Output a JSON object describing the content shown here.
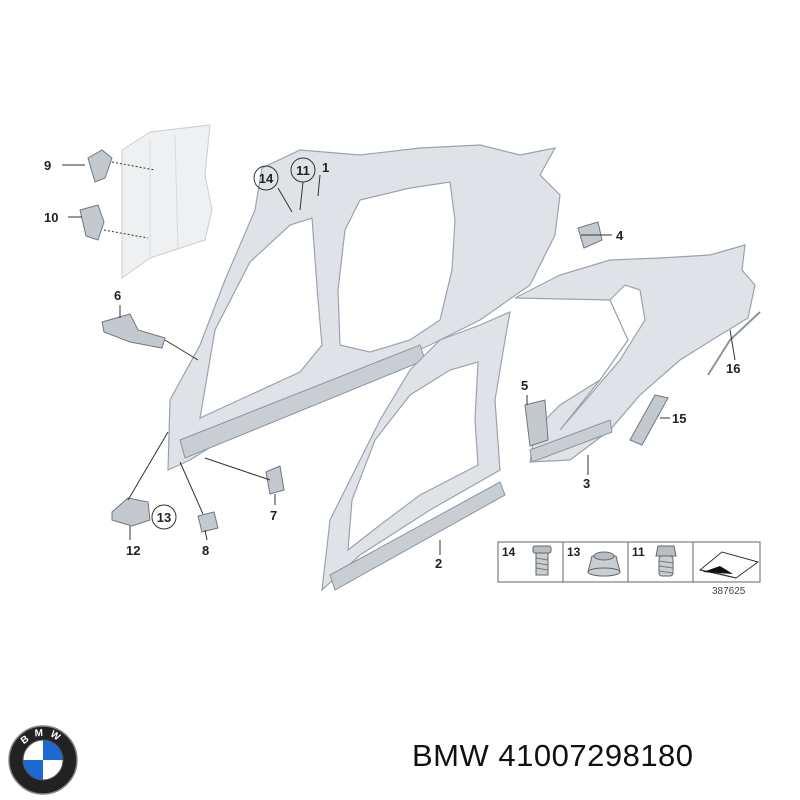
{
  "callouts": {
    "c1": "1",
    "c2": "2",
    "c3": "3",
    "c4": "4",
    "c5": "5",
    "c6": "6",
    "c7": "7",
    "c8": "8",
    "c9": "9",
    "c10": "10",
    "c11": "11",
    "c12": "12",
    "c13": "13",
    "c14": "14",
    "c15": "15",
    "c16": "16"
  },
  "legend": {
    "items": [
      {
        "number": "14"
      },
      {
        "number": "13"
      },
      {
        "number": "11"
      }
    ],
    "reference": "387625"
  },
  "logo": {
    "letters": "BMW",
    "colors": {
      "blue": "#1c69d4",
      "black": "#111111",
      "white": "#ffffff"
    }
  },
  "part": {
    "brand": "BMW",
    "number": "41007298180"
  }
}
